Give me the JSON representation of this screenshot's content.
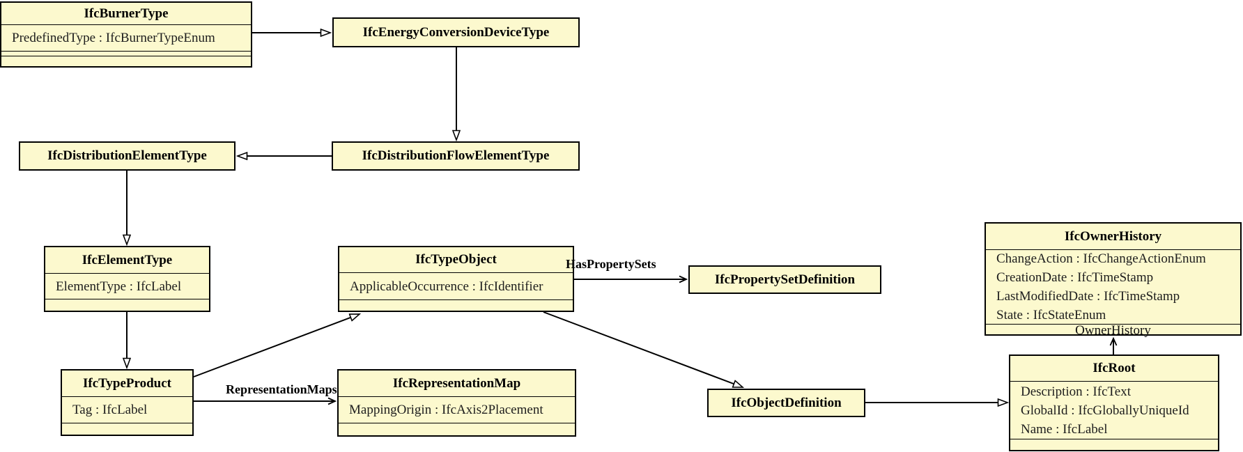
{
  "diagram_type": "UML class diagram (IFC schema subset)",
  "colors": {
    "box_fill": "#FCF9CE",
    "box_border": "#000000",
    "background": "#FFFFFF",
    "text": "#000000"
  },
  "classes": {
    "burner_type": {
      "title": "IfcBurnerType",
      "attributes": [
        "PredefinedType : IfcBurnerTypeEnum"
      ]
    },
    "energy_conversion_device_type": {
      "title": "IfcEnergyConversionDeviceType"
    },
    "distribution_element_type": {
      "title": "IfcDistributionElementType"
    },
    "distribution_flow_element_type": {
      "title": "IfcDistributionFlowElementType"
    },
    "element_type": {
      "title": "IfcElementType",
      "attributes": [
        "ElementType : IfcLabel"
      ]
    },
    "type_object": {
      "title": "IfcTypeObject",
      "attributes": [
        "ApplicableOccurrence : IfcIdentifier"
      ]
    },
    "property_set_definition": {
      "title": "IfcPropertySetDefinition"
    },
    "type_product": {
      "title": "IfcTypeProduct",
      "attributes": [
        "Tag : IfcLabel"
      ]
    },
    "representation_map": {
      "title": "IfcRepresentationMap",
      "attributes": [
        "MappingOrigin : IfcAxis2Placement"
      ]
    },
    "object_definition": {
      "title": "IfcObjectDefinition"
    },
    "owner_history": {
      "title": "IfcOwnerHistory",
      "attributes": [
        "ChangeAction : IfcChangeActionEnum",
        "CreationDate : IfcTimeStamp",
        "LastModifiedDate : IfcTimeStamp",
        "State : IfcStateEnum"
      ],
      "footer_label": "OwnerHistory"
    },
    "root": {
      "title": "IfcRoot",
      "attributes": [
        "Description : IfcText",
        "GlobalId : IfcGloballyUniqueId",
        "Name : IfcLabel"
      ]
    }
  },
  "edge_labels": {
    "has_property_sets": "HasPropertySets",
    "representation_maps": "RepresentationMaps"
  }
}
